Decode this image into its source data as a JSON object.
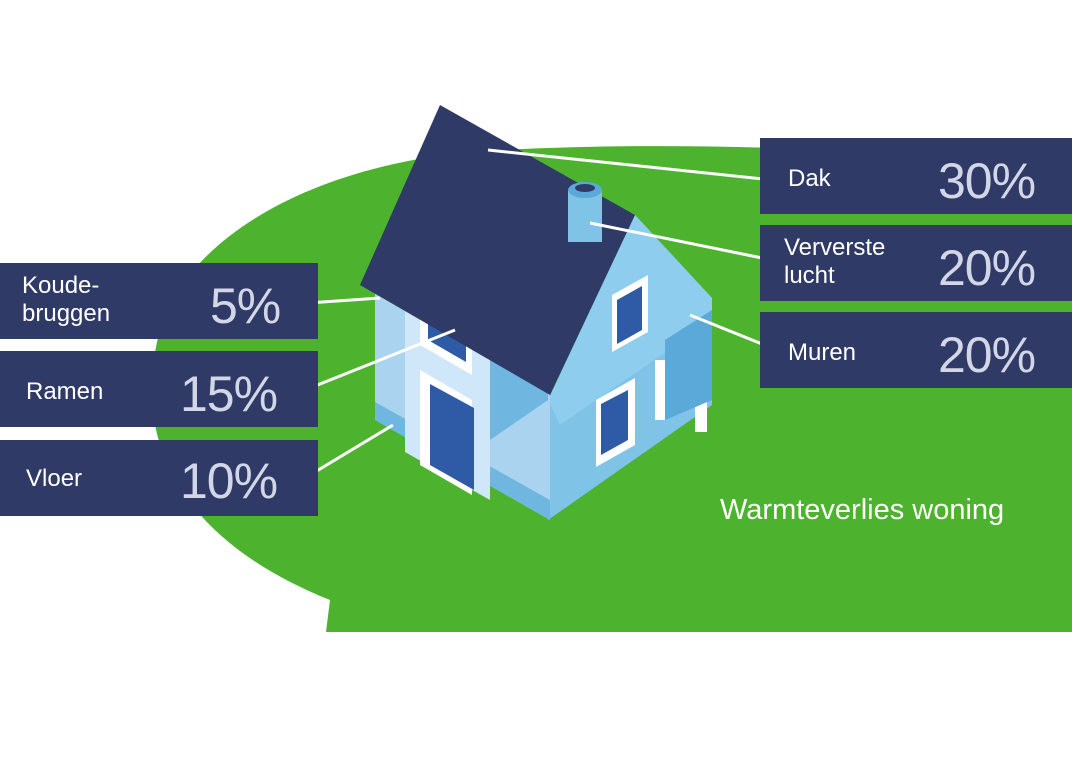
{
  "labels": {
    "dak": {
      "name": "Dak",
      "value": "30%"
    },
    "ververste_lucht": {
      "name_line1": "Ververste",
      "name_line2": "lucht",
      "value": "20%"
    },
    "muren": {
      "name": "Muren",
      "value": "20%"
    },
    "koudebruggen": {
      "name_line1": "Koude-",
      "name_line2": "bruggen",
      "value": "5%"
    },
    "ramen": {
      "name": "Ramen",
      "value": "15%"
    },
    "vloer": {
      "name": "Vloer",
      "value": "10%"
    }
  },
  "caption": "Warmteverlies woning",
  "colors": {
    "lawn": "#4db32f",
    "box": "#2f3a67",
    "roof": "#2f3a67",
    "wall_light": "#b9dcf2",
    "wall_mid": "#7fc3e6",
    "wall_dark": "#5aa9d8",
    "window": "#2f5aa5"
  }
}
